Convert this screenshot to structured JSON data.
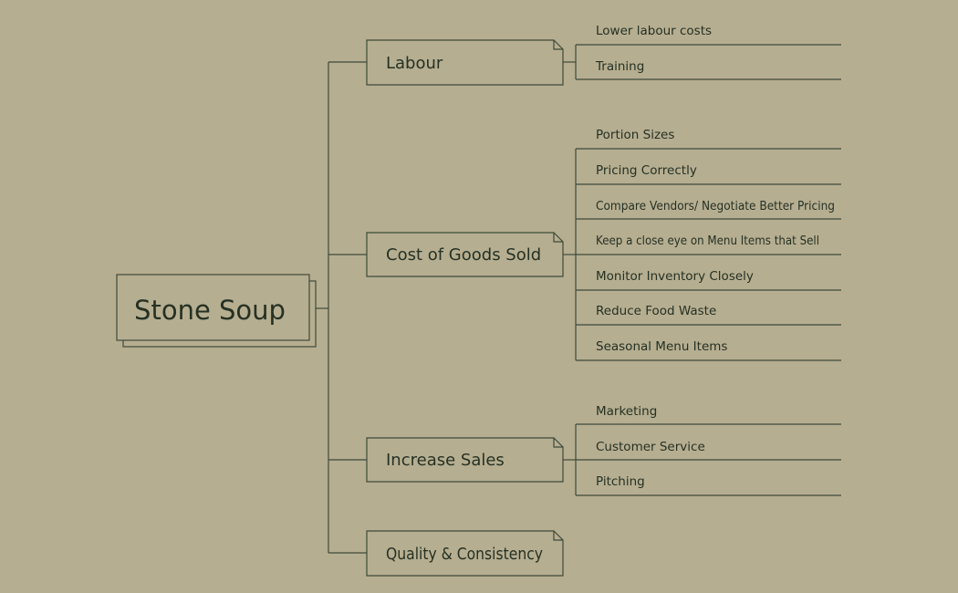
{
  "colors": {
    "background": "#b6ae91",
    "line": "#3e4a3a",
    "text": "#253123"
  },
  "root": {
    "label": "Stone Soup"
  },
  "branches": [
    {
      "label": "Labour",
      "children": [
        "Lower labour costs",
        "Training"
      ]
    },
    {
      "label": "Cost of Goods Sold",
      "children": [
        "Portion Sizes",
        "Pricing Correctly",
        "Compare Vendors/ Negotiate Better Pricing",
        "Keep a close eye on Menu Items that Sell",
        "Monitor Inventory Closely",
        "Reduce Food Waste",
        "Seasonal Menu Items"
      ]
    },
    {
      "label": "Increase Sales",
      "children": [
        "Marketing",
        "Customer Service",
        "Pitching"
      ]
    },
    {
      "label": "Quality & Consistency",
      "children": []
    }
  ]
}
